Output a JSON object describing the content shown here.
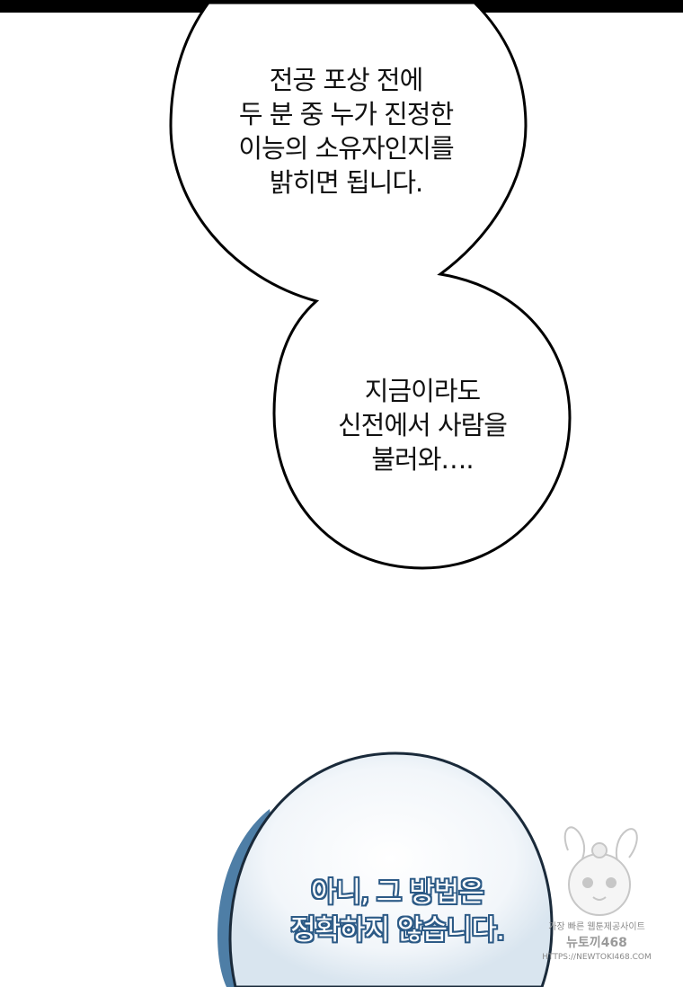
{
  "bubbles": [
    {
      "lines": [
        "전공 포상 전에",
        "두 분 중 누가 진정한",
        "이능의 소유자인지를",
        "밝히면 됩니다."
      ]
    },
    {
      "lines": [
        "지금이라도",
        "신전에서 사람을",
        "불러와…."
      ]
    },
    {
      "lines": [
        "아니, 그 방법은",
        "정확하지 않습니다."
      ]
    }
  ],
  "watermark": {
    "line1": "가장 빠른 웹툰제공사이트",
    "line2": "뉴토끼468",
    "line3": "HTTPS://NEWTOKI468.COM"
  },
  "colors": {
    "bubble_fill": "#ffffff",
    "bubble_stroke": "#000000",
    "blue_bubble_edge": "#4e7ea6",
    "blue_text_outline": "#2c5a86"
  }
}
